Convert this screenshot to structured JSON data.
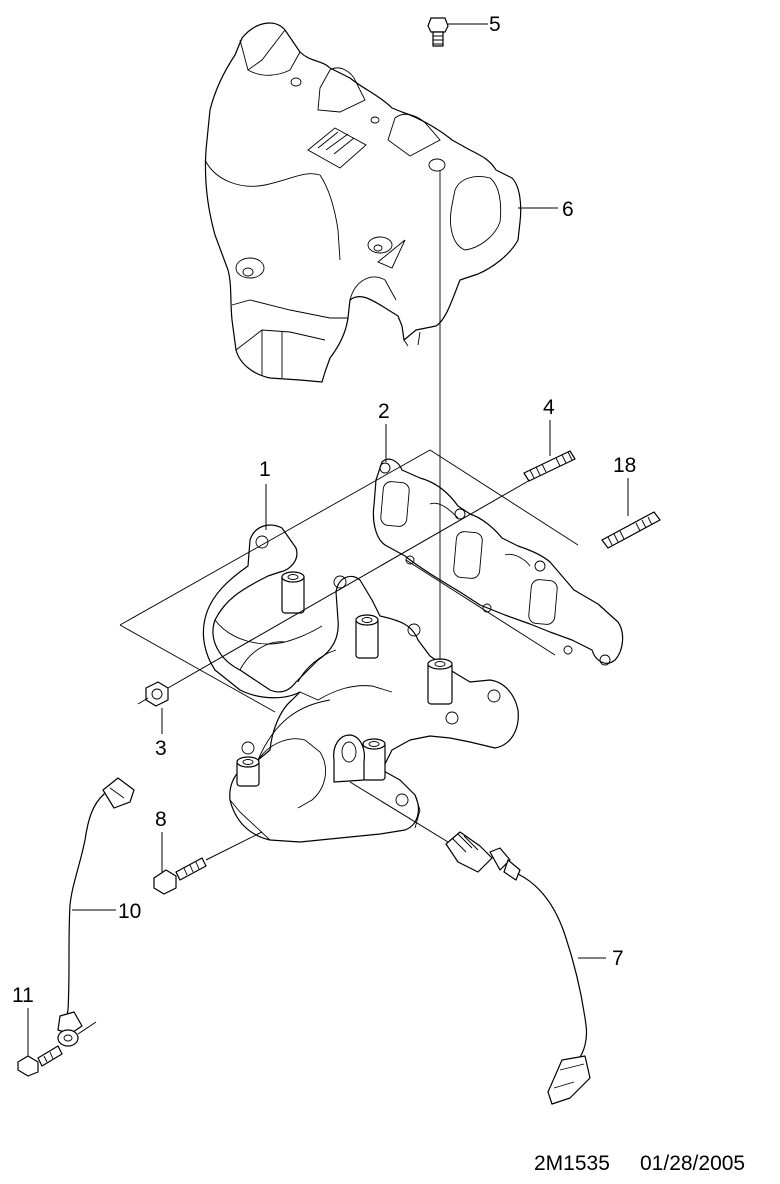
{
  "diagram": {
    "callouts": {
      "c1": "1",
      "c2": "2",
      "c3": "3",
      "c4": "4",
      "c5": "5",
      "c6": "6",
      "c7": "7",
      "c8": "8",
      "c10": "10",
      "c11": "11",
      "c18": "18"
    },
    "footer": {
      "code": "2M1535",
      "date": "01/28/2005"
    }
  }
}
